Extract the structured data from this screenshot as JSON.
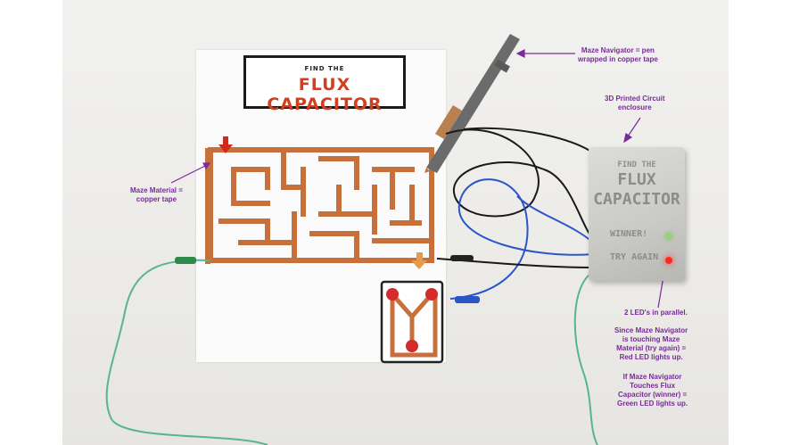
{
  "sign": {
    "small": "FIND THE",
    "big": "FLUX CAPACITOR"
  },
  "enclosure": {
    "line1": "FIND THE",
    "line2a": "FLUX",
    "line2b": "CAPACITOR",
    "winner": "WINNER!",
    "try_again": "TRY AGAIN"
  },
  "annotations": {
    "navigator": [
      "Maze Navigator = pen",
      "wrapped in copper tape"
    ],
    "enclosure": [
      "3D Printed Circuit",
      "enclosure"
    ],
    "maze": [
      "Maze Material =",
      "copper tape"
    ],
    "leds": [
      "2 LED's in parallel."
    ],
    "try_again": [
      "Since Maze Navigator",
      "is touching Maze",
      "Material (try again) =",
      "Red LED lights up."
    ],
    "winner": [
      "If Maze Navigator",
      "Touches Flux",
      "Capacitor (winner) =",
      "Green LED lights up."
    ]
  },
  "colors": {
    "annotation": "#7a2a9a",
    "copper": "#c8703c",
    "red_led": "#ff2a1a",
    "green_led": "#9ad07a",
    "wire_blue": "#2a56c8",
    "wire_green": "#58b58e"
  }
}
